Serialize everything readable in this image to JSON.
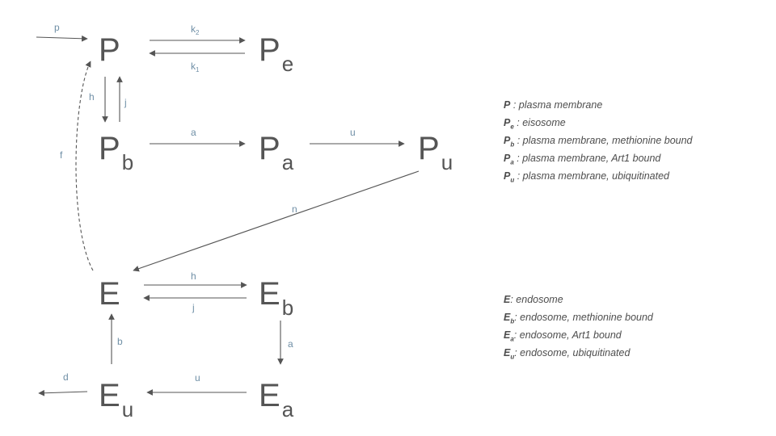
{
  "nodes": {
    "P": {
      "main": "P",
      "sub": ""
    },
    "Pe": {
      "main": "P",
      "sub": "e"
    },
    "Pb": {
      "main": "P",
      "sub": "b"
    },
    "Pa": {
      "main": "P",
      "sub": "a"
    },
    "Pu": {
      "main": "P",
      "sub": "u"
    },
    "E": {
      "main": "E",
      "sub": ""
    },
    "Eb": {
      "main": "E",
      "sub": "b"
    },
    "Ea": {
      "main": "E",
      "sub": "a"
    },
    "Eu": {
      "main": "E",
      "sub": "u"
    }
  },
  "rates": {
    "p": "p",
    "k2": {
      "main": "k",
      "sub": "2"
    },
    "k1": {
      "main": "k",
      "sub": "1"
    },
    "h_top": "h",
    "j_top": "j",
    "a_top": "a",
    "u_top": "u",
    "f": "f",
    "n": "n",
    "h_bottom": "h",
    "j_bottom": "j",
    "a_bottom": "a",
    "b": "b",
    "u_bottom": "u",
    "d": "d"
  },
  "legend_membrane": [
    {
      "sym": "P",
      "sub": "",
      "text": " : plasma membrane"
    },
    {
      "sym": "P",
      "sub": "e",
      "text": " : eisosome"
    },
    {
      "sym": "P",
      "sub": "b",
      "text": " : plasma membrane, methionine bound"
    },
    {
      "sym": "P",
      "sub": "a",
      "text": " : plasma membrane, Art1 bound"
    },
    {
      "sym": "P",
      "sub": "u",
      "text": " : plasma membrane, ubiquitinated"
    }
  ],
  "legend_endosome": [
    {
      "sym": "E",
      "sub": "",
      "text": ": endosome"
    },
    {
      "sym": "E",
      "sub": "b",
      "text": ": endosome, methionine bound"
    },
    {
      "sym": "E",
      "sub": "a",
      "text": ": endosome, Art1 bound"
    },
    {
      "sym": "E",
      "sub": "u",
      "text": ": endosome, ubiquitinated"
    }
  ]
}
